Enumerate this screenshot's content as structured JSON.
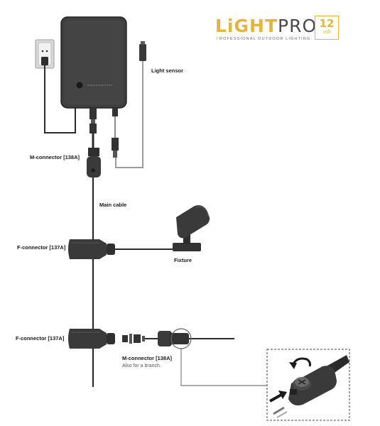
{
  "logo": {
    "brand_light": "LiGHT",
    "brand_pro": "PRO",
    "tagline_first": "P",
    "tagline_rest": "ROFESSIONAL OUTDOOR LIGHTING",
    "badge_number": "12",
    "badge_unit": "volt",
    "accent_color": "#e8b33a"
  },
  "labels": {
    "light_sensor": "Light sensor",
    "m_connector_top": "M-connector [138A]",
    "main_cable": "Main cable",
    "f_connector_1": "F-connector [137A]",
    "fixture": "Fixture",
    "f_connector_2": "F-connector [137A]",
    "m_connector_branch": "M-connector [138A]",
    "branch_note": "Also for a branch."
  },
  "icons": [
    "wall-socket-icon",
    "transformer-icon",
    "light-sensor-icon",
    "plug-icon",
    "connector-icon",
    "fixture-icon",
    "rotate-arrow-icon",
    "insert-arrow-icon"
  ]
}
